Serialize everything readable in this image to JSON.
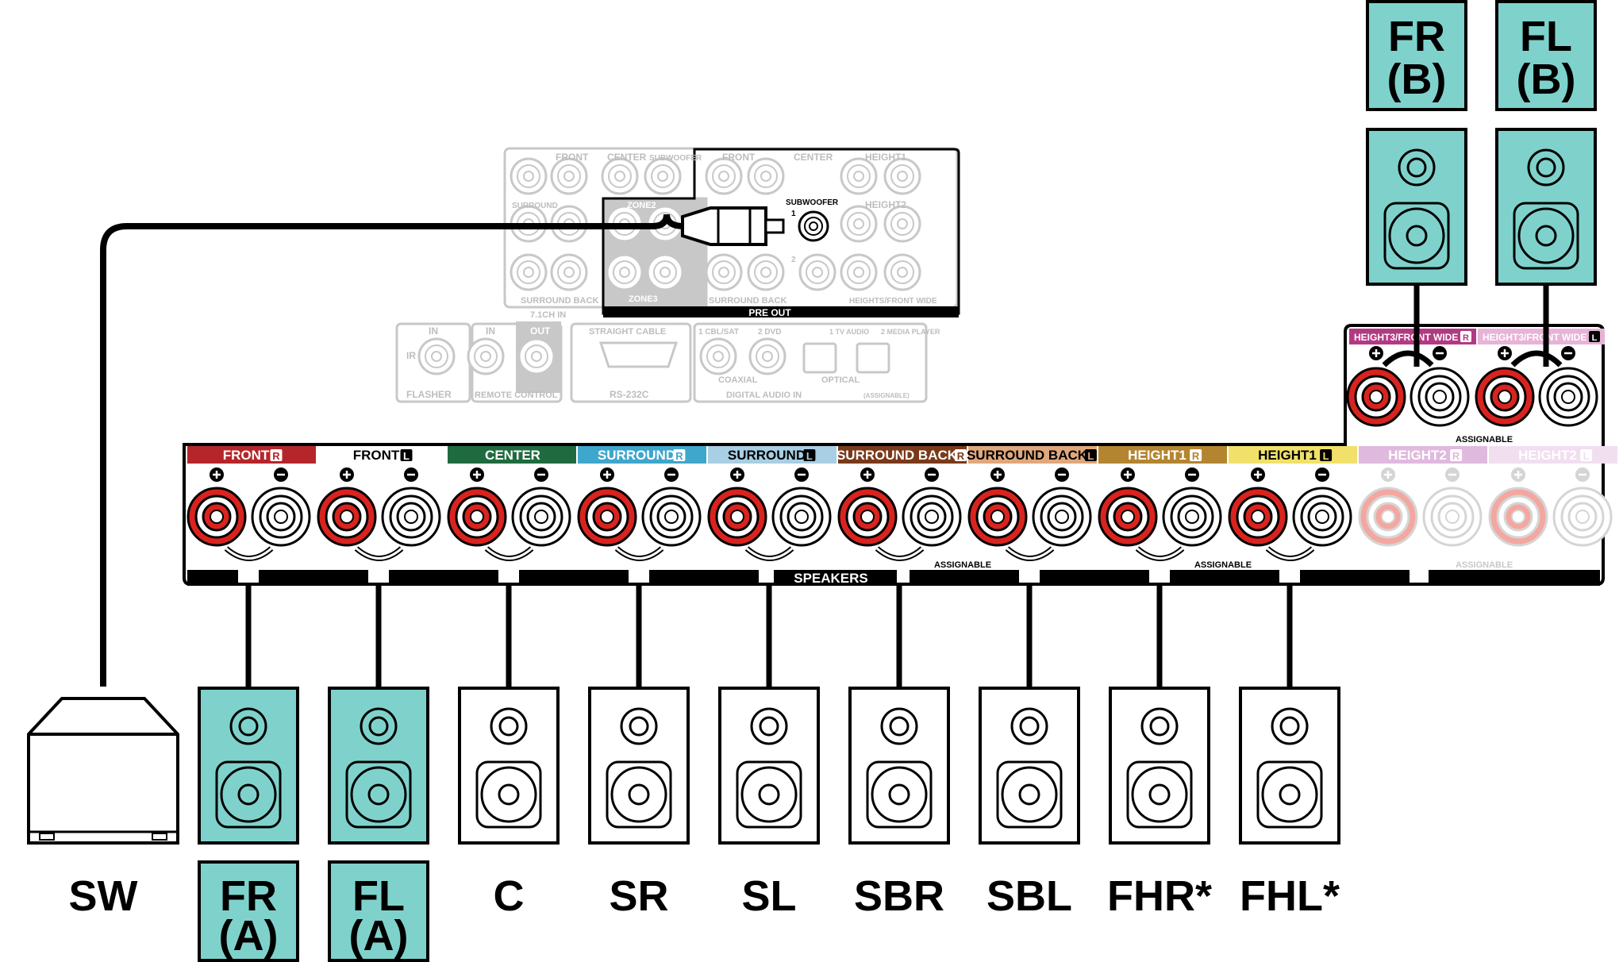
{
  "colors": {
    "teal": "#7fd2cc",
    "red_terminal": "#d9231f",
    "faded_panel": "#c8c8c8",
    "bar_black": "#000000"
  },
  "channels": [
    {
      "label": "FRONT",
      "side": "R",
      "color": "#b5262b",
      "text_color": "#ffffff",
      "active": true
    },
    {
      "label": "FRONT",
      "side": "L",
      "color": "#ffffff",
      "text_color": "#000000",
      "active": true
    },
    {
      "label": "CENTER",
      "side": "",
      "color": "#1f6b3f",
      "text_color": "#ffffff",
      "active": true
    },
    {
      "label": "SURROUND",
      "side": "R",
      "color": "#3fa6cc",
      "text_color": "#ffffff",
      "active": true
    },
    {
      "label": "SURROUND",
      "side": "L",
      "color": "#a8cfe3",
      "text_color": "#000000",
      "active": true
    },
    {
      "label": "SURROUND BACK",
      "side": "R",
      "color": "#7a3a1a",
      "text_color": "#ffffff",
      "active": true
    },
    {
      "label": "SURROUND BACK",
      "side": "L",
      "color": "#e0a77c",
      "text_color": "#000000",
      "active": true
    },
    {
      "label": "HEIGHT1",
      "side": "R",
      "color": "#b48530",
      "text_color": "#ffffff",
      "active": true
    },
    {
      "label": "HEIGHT1",
      "side": "L",
      "color": "#f1e16a",
      "text_color": "#000000",
      "active": true
    },
    {
      "label": "HEIGHT2",
      "side": "R",
      "color": "#e0b9de",
      "text_color": "#ffffff",
      "active": false
    },
    {
      "label": "HEIGHT2",
      "side": "L",
      "color": "#f1dff0",
      "text_color": "#ffffff",
      "active": false
    }
  ],
  "height3": [
    {
      "label": "HEIGHT3/FRONT WIDE",
      "side": "R",
      "color": "#b23a82"
    },
    {
      "label": "HEIGHT3/FRONT WIDE",
      "side": "L",
      "color": "#e7b3d7"
    }
  ],
  "terminal_signs": {
    "plus": "+",
    "minus": "−"
  },
  "panel_text": {
    "speakers": "SPEAKERS",
    "assignable": "ASSIGNABLE",
    "pre_out": "PRE OUT",
    "subwoofer": "SUBWOOFER",
    "sub_1": "1",
    "sub_2": "2",
    "front": "FRONT",
    "center": "CENTER",
    "subwoofer_small": "SUBWOOFER",
    "height1": "HEIGHT1",
    "height2": "HEIGHT2",
    "surround": "SURROUND",
    "surround_back": "SURROUND BACK",
    "height3_front_wide": "HEIGHTS/FRONT WIDE",
    "zone2": "ZONE2",
    "zone3": "ZONE3",
    "ch71_in": "7.1CH IN",
    "ir": "IR",
    "in": "IN",
    "out": "OUT",
    "flasher": "FLASHER",
    "remote_control": "REMOTE CONTROL",
    "straight_cable": "STRAIGHT CABLE",
    "rs232c": "RS-232C",
    "cbl_sat": "1 CBL/SAT",
    "dvd": "2 DVD",
    "tv_audio": "1 TV AUDIO",
    "media_player": "2 MEDIA PLAYER",
    "coaxial": "COAXIAL",
    "optical": "OPTICAL",
    "digital_audio_in": "DIGITAL AUDIO IN",
    "assignable_small": "(ASSIGNABLE)",
    "side_r": "R",
    "side_l": "L"
  },
  "speakers_bottom": [
    {
      "label": "SW",
      "teal": false,
      "sub": ""
    },
    {
      "label": "FR",
      "teal": true,
      "sub": "(A)"
    },
    {
      "label": "FL",
      "teal": true,
      "sub": "(A)"
    },
    {
      "label": "C",
      "teal": false,
      "sub": ""
    },
    {
      "label": "SR",
      "teal": false,
      "sub": ""
    },
    {
      "label": "SL",
      "teal": false,
      "sub": ""
    },
    {
      "label": "SBR",
      "teal": false,
      "sub": ""
    },
    {
      "label": "SBL",
      "teal": false,
      "sub": ""
    },
    {
      "label": "FHR*",
      "teal": false,
      "sub": ""
    },
    {
      "label": "FHL*",
      "teal": false,
      "sub": ""
    }
  ],
  "speakers_top": [
    {
      "label": "FR",
      "sub": "(B)"
    },
    {
      "label": "FL",
      "sub": "(B)"
    }
  ]
}
